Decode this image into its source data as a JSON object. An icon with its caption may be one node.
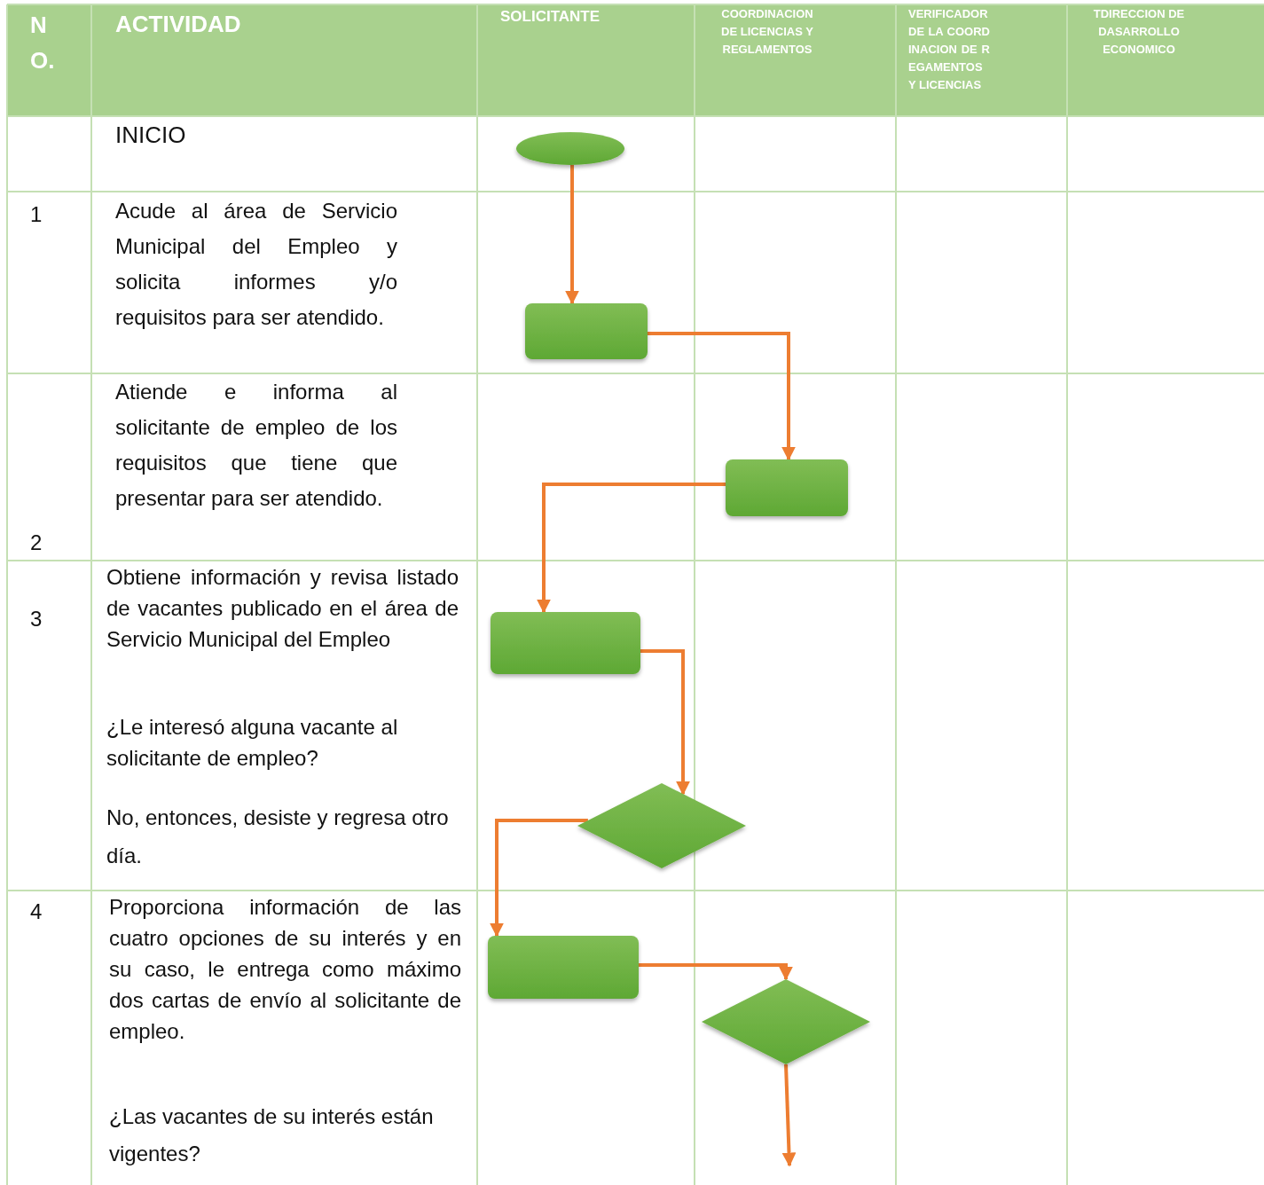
{
  "diagram": {
    "nodes": [
      {
        "text": [],
        "shape": "ellipse"
      },
      {
        "text": [],
        "shape": "box"
      },
      {
        "text": [],
        "shape": "box"
      },
      {
        "text": [],
        "shape": "box"
      },
      {
        "text": [],
        "shape": "diamond"
      },
      {
        "text": [],
        "shape": "box"
      },
      {
        "text": [],
        "shape": "diamond"
      }
    ],
    "edges": [
      {
        "from": 0,
        "to": 1,
        "arrow": "to"
      },
      {
        "from": 1,
        "to": 2,
        "arrow": "to"
      },
      {
        "from": 2,
        "to": 3,
        "arrow": "to"
      },
      {
        "from": 3,
        "to": 4,
        "arrow": "to"
      },
      {
        "from": 4,
        "to": 5,
        "arrow": "to"
      },
      {
        "from": 5,
        "to": 6,
        "arrow": "to"
      },
      {
        "from": 6,
        "to": null,
        "arrow": "to"
      }
    ],
    "labels": [
      "NO.",
      "ACTIVIDAD",
      "SOLICITANTE",
      "COORDINACION DE LICENCIAS Y REGLAMENTOS",
      "VERIFICADOR DE LA COORDINACION DE REGAMENTOS Y LICENCIAS",
      "TDIRECCION DE DASARROLLO ECONOMICO",
      "INICIO",
      "1",
      "Acude al área de Servicio Municipal del Empleo y solicita informes y/o requisitos para ser atendido.",
      "2",
      "Atiende e informa al solicitante de empleo de los requisitos que tiene que presentar para ser atendido.",
      "3",
      "Obtiene información y revisa listado de vacantes publicado en el área de Servicio Municipal del Empleo",
      "¿Le interesó alguna vacante al solicitante de empleo?",
      "No, entonces, desiste y regresa otro día.",
      "4",
      "Proporciona información de las cuatro opciones de su interés y en su caso, le entrega como máximo dos cartas de envío al solicitante de empleo.",
      "¿Las vacantes de su interés están vigentes?"
    ]
  }
}
